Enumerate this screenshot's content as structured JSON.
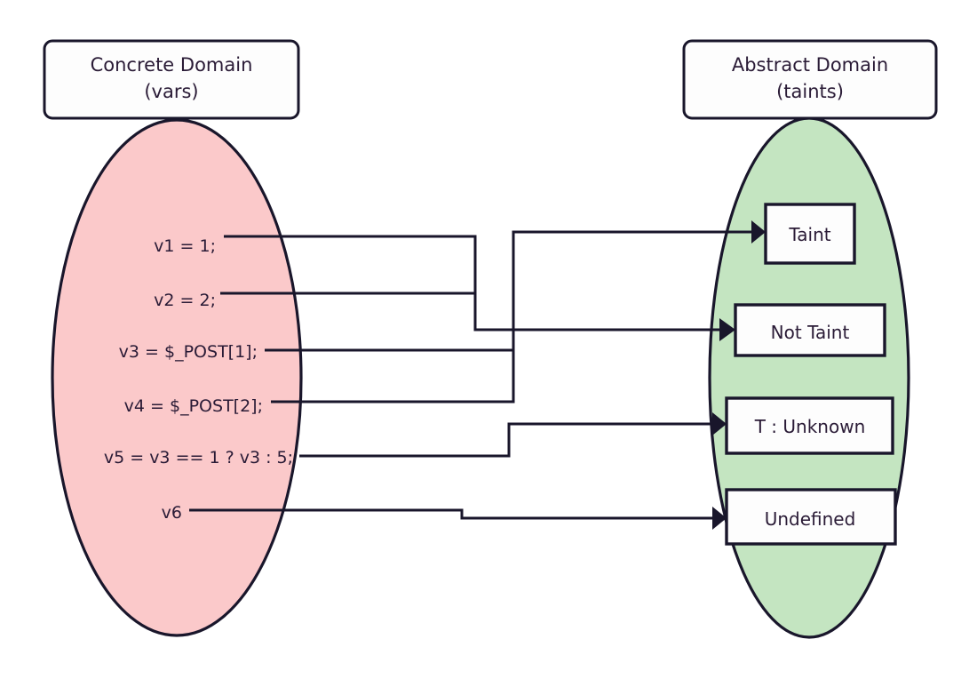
{
  "diagram": {
    "title": "Concrete Domain to Abstract Domain taint mapping",
    "colors": {
      "concrete_fill": "#fbc9ca",
      "abstract_fill": "#c4e5c1",
      "stroke": "#19162b",
      "box_fill": "#fdfdfd",
      "text": "#2a1b36",
      "background": "#ffffff"
    }
  },
  "concrete_domain": {
    "header_line1": "Concrete Domain",
    "header_line2": "(vars)",
    "variables": [
      {
        "id": "v1",
        "label": "v1 = 1;"
      },
      {
        "id": "v2",
        "label": "v2 = 2;"
      },
      {
        "id": "v3",
        "label": "v3 = $_POST[1];"
      },
      {
        "id": "v4",
        "label": "v4 = $_POST[2];"
      },
      {
        "id": "v5",
        "label": "v5 = v3 == 1 ? v3 : 5;"
      },
      {
        "id": "v6",
        "label": "v6"
      }
    ]
  },
  "abstract_domain": {
    "header_line1": "Abstract Domain",
    "header_line2": "(taints)",
    "taints": [
      {
        "id": "taint",
        "label": "Taint"
      },
      {
        "id": "not-taint",
        "label": "Not Taint"
      },
      {
        "id": "unknown",
        "label": "T :  Unknown"
      },
      {
        "id": "undefined",
        "label": "Undefined"
      }
    ]
  },
  "mappings": [
    {
      "from": "v1",
      "to": "not-taint"
    },
    {
      "from": "v2",
      "to": "not-taint"
    },
    {
      "from": "v3",
      "to": "taint"
    },
    {
      "from": "v4",
      "to": "taint"
    },
    {
      "from": "v5",
      "to": "unknown"
    },
    {
      "from": "v6",
      "to": "undefined"
    }
  ]
}
